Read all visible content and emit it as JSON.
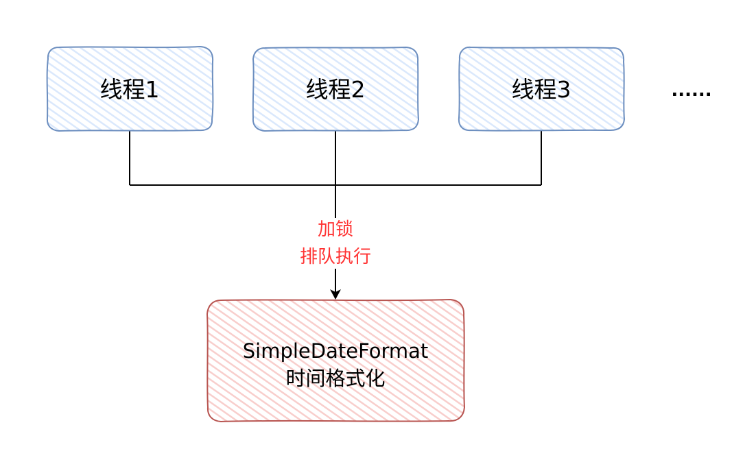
{
  "threads": [
    {
      "label": "线程1"
    },
    {
      "label": "线程2"
    },
    {
      "label": "线程3"
    }
  ],
  "ellipsis": "......",
  "edge_label": {
    "line1": "加锁",
    "line2": "排队执行"
  },
  "target": {
    "line1": "SimpleDateFormat",
    "line2": "时间格式化"
  },
  "colors": {
    "thread_stroke": "#6c8ebf",
    "thread_fill": "#dae8fc",
    "target_stroke": "#b85450",
    "target_fill": "#f8cecc",
    "edge_label": "#ff3333",
    "connector": "#000000"
  }
}
